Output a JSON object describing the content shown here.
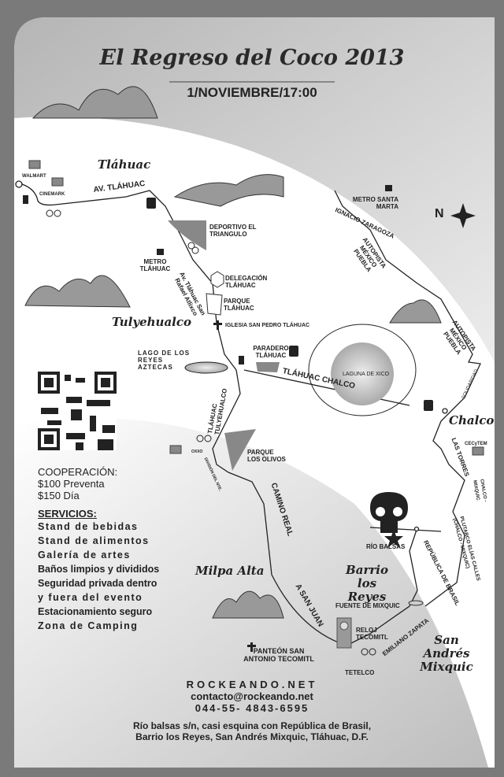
{
  "header": {
    "title": "El Regreso del Coco 2013",
    "date": "1/NOVIEMBRE/17:00"
  },
  "regions": {
    "tlahuac": "Tláhuac",
    "tulyehualco": "Tulyehualco",
    "chalco": "Chalco",
    "milpa_alta": "Milpa Alta",
    "barrio": "Barrio los Reyes",
    "mixquic": "San Andrés Mixquic"
  },
  "roads": {
    "av_tlahuac": "AV. TLÁHUAC",
    "av_tlahuac_sra": "Av. Tláhuac San Rafael Atlixco",
    "ignacio": "IGNACIO ZARAGOZA",
    "autopista1": "AUTOPISTA MÉXICO PUEBLA",
    "autopista2": "AUTOPISTA MÉXICO PUEBLA",
    "tlahuac_chalco": "TLÁHUAC CHALCO",
    "solidaridad": "SOLIDARIDAD",
    "tlahuac_tulyehualco": "TLÁHUAC TULYEHUALCO",
    "division": "DIVISIÓN DEL NTE.",
    "camino_real": "CAMINO REAL",
    "a_san_juan": "A SAN JUAN",
    "las_torres": "LAS TORRES",
    "chalco_mixquic": "CHALCO - MIXQUIC",
    "plutarco": "PLUTARCO ELÍAS CALLES (CHALCO - MIXQUIC)",
    "republica": "REPÚBLICA DE BRASIL",
    "zapata": "EMILIANO ZAPATA",
    "rio_balsas": "RÍO BALSAS"
  },
  "places": {
    "walmart": "WALMART",
    "cinemark": "CINEMARK",
    "deportivo": "DEPORTIVO EL TRIANGULO",
    "metro_tlahuac": "METRO TLÁHUAC",
    "metro_sm": "METRO SANTA MARTA",
    "delegacion": "DELEGACIÓN TLÁHUAC",
    "parque_tlahuac": "PARQUE TLÁHUAC",
    "iglesia": "IGLESIA SAN PEDRO TLÁHUAC",
    "lago": "LAGO DE LOS REYES AZTECAS",
    "paradero": "PARADERO TLÁHUAC",
    "laguna": "LAGUNA DE XICO",
    "oxxo": "OXXO",
    "parque_olivos": "PARQUE LOS OLIVOS",
    "cecytem": "CECyTEM",
    "fuente": "FUENTE DE MIXQUIC",
    "reloj": "RELOJ TECOMITL",
    "panteon": "PANTEÓN SAN ANTONIO TECOMITL",
    "tetelco": "TETELCO",
    "north": "N"
  },
  "info": {
    "coop_title": "COOPERACIÓN:",
    "coop": [
      "$100 Preventa",
      "$150 Día"
    ],
    "serv_title": "SERVICIOS:",
    "services": [
      "Stand de bebidas",
      "Stand de alimentos",
      "Galería de artes",
      "Baños limpios y divididos",
      "Seguridad privada dentro",
      "y fuera del evento",
      "Estacionamiento seguro",
      "Zona de Camping"
    ]
  },
  "footer": {
    "site": "ROCKEANDO.NET",
    "email": "contacto@rockeando.net",
    "phone": "044-55- 4843-6595",
    "address1": "Río balsas s/n, casi esquina con República de Brasil,",
    "address2": "Barrio los Reyes, San Andrés Mixquic, Tláhuac, D.F."
  },
  "colors": {
    "frame": "#777777",
    "shade": "#c8c8c8",
    "ink": "#222222"
  }
}
